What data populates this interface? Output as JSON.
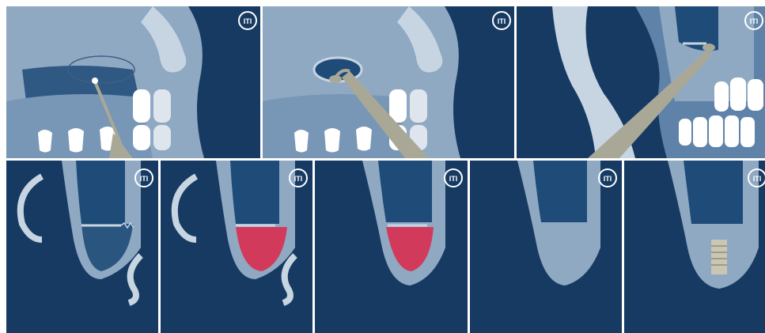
{
  "figure": {
    "logo_text": "ITI",
    "colors": {
      "background_navy": "#173a63",
      "bone_light": "#c7d5e2",
      "bone_mid": "#8fa9c3",
      "sinus_dark": "#1e4b78",
      "teeth": "#ffffff",
      "instrument": "#a9a897",
      "graft": "#d23a5c"
    },
    "panels": [
      {
        "id": "p1",
        "step": "osteotomy-window-outline"
      },
      {
        "id": "p2",
        "step": "window-opened-elevator"
      },
      {
        "id": "p3",
        "step": "membrane-elevation"
      },
      {
        "id": "p4",
        "step": "elevated-membrane-cross-section"
      },
      {
        "id": "p5",
        "step": "graft-placement"
      },
      {
        "id": "p6",
        "step": "graft-filled"
      },
      {
        "id": "p7",
        "step": "healed-bone"
      },
      {
        "id": "p8",
        "step": "implant-placed"
      }
    ]
  }
}
